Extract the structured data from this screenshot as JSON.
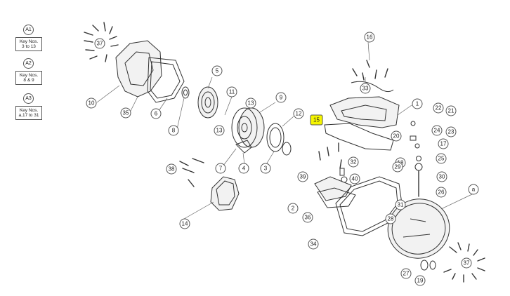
{
  "legend": [
    {
      "id": "A1",
      "line1": "Key Nos.",
      "line2": "3 to 13"
    },
    {
      "id": "A2",
      "line1": "Key Nos.",
      "line2": "8 & 9"
    },
    {
      "id": "A3",
      "line1": "Key Nos.",
      "line2": "a,17 to 31"
    }
  ],
  "callouts": {
    "c1": "1",
    "c2": "2",
    "c3": "3",
    "c4": "4",
    "c5": "5",
    "c6": "6",
    "c7": "7",
    "c8": "8",
    "c9": "9",
    "c10": "10",
    "c11": "11",
    "c12": "12",
    "c13a": "13",
    "c13b": "13",
    "c14": "14",
    "c15": "15",
    "c16": "16",
    "c17": "17",
    "c18": "18",
    "c19": "19",
    "c20": "20",
    "c21": "21",
    "c22": "22",
    "c23": "23",
    "c24": "24",
    "c25": "25",
    "c26": "26",
    "c27": "27",
    "c28": "28",
    "c29": "29",
    "c30": "30",
    "c31": "31",
    "c32": "32",
    "c33": "33",
    "c34": "34",
    "c35": "35",
    "c36": "36",
    "c37a": "37",
    "c37b": "37",
    "c38": "38",
    "c39": "39",
    "c40": "40",
    "ca": "a"
  },
  "highlight_color": "#f5f500"
}
